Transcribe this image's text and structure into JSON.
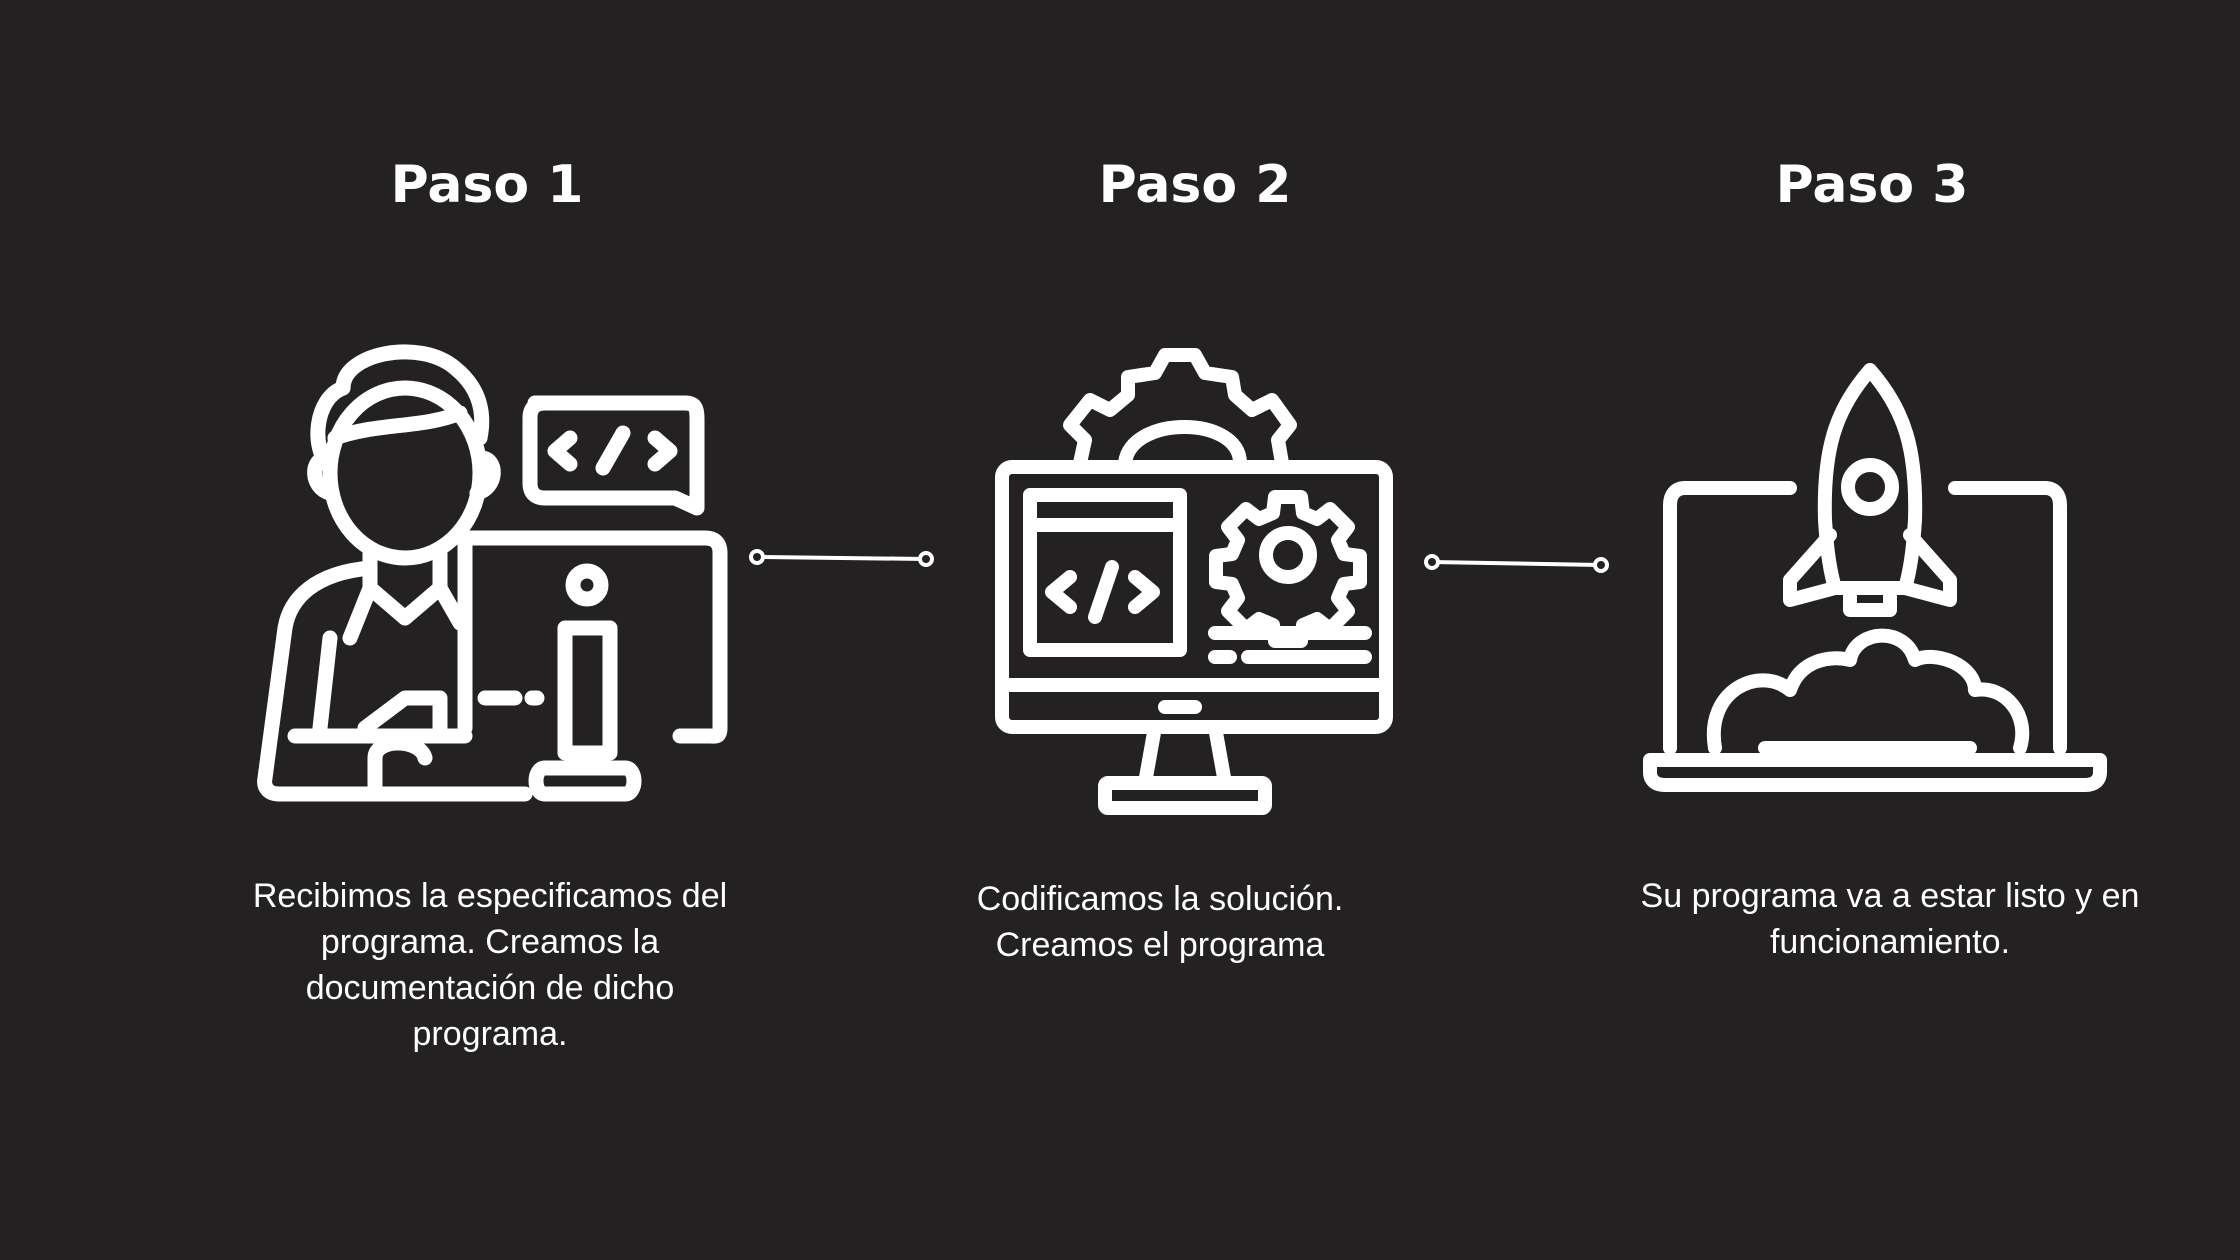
{
  "steps": [
    {
      "title": "Paso 1",
      "description": "Recibimos la especificamos del programa. Creamos la documentación de dicho programa.",
      "icon": "developer-at-computer-icon"
    },
    {
      "title": "Paso 2",
      "description": "Codificamos la solución. Creamos el programa",
      "icon": "monitor-code-gear-icon"
    },
    {
      "title": "Paso 3",
      "description": "Su programa va a estar listo y en funcionamiento.",
      "icon": "laptop-rocket-launch-icon"
    }
  ],
  "colors": {
    "background": "#232122",
    "foreground": "#ffffff"
  }
}
